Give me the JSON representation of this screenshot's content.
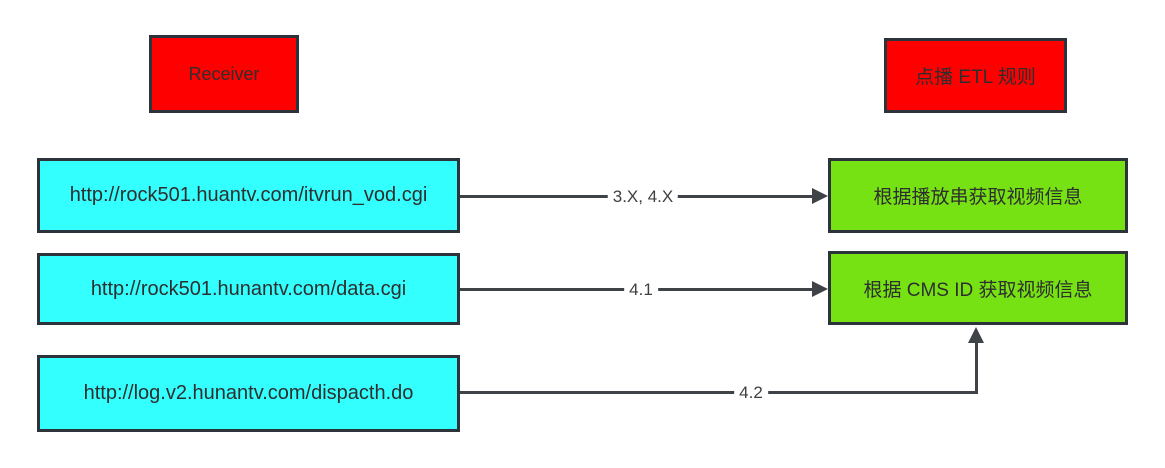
{
  "colors": {
    "canvas_bg": "#ffffff",
    "red_fill": "#ff0000",
    "cyan_fill": "#33ffff",
    "green_fill": "#76e214",
    "stroke": "#2d333b",
    "edge_stroke": "#3f4348",
    "node_text": "#2e2e2e",
    "label_text": "#3f3f3f"
  },
  "nodes": {
    "receiver": "Receiver",
    "etl_rules": "点播 ETL 规则",
    "source_itvrun_vod": "http://rock501.huantv.com/itvrun_vod.cgi",
    "source_data_cgi": "http://rock501.hunantv.com/data.cgi",
    "source_dispatch": "http://log.v2.hunantv.com/dispacth.do",
    "target_playback_string": "根据播放串获取视频信息",
    "target_cms_id": "根据 CMS ID 获取视频信息"
  },
  "edges": {
    "itvrun_to_playback": "3.X, 4.X",
    "datacgi_to_cmsid": "4.1",
    "dispatch_to_cmsid": "4.2"
  }
}
